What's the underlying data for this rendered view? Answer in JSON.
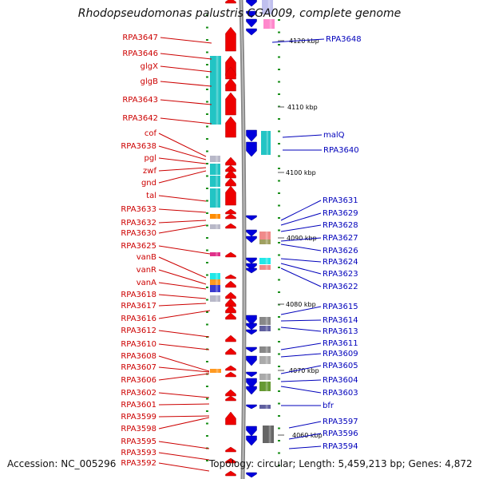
{
  "title": "Rhodopseudomonas palustris CGA009, complete genome",
  "accession": "Accession: NC_005296",
  "summary": "Topology: circular; Length: 5,459,213 bp; Genes: 4,872",
  "colors": {
    "forward_gene": "#ee0000",
    "reverse_gene": "#0000dd",
    "label_left": "#cc0000",
    "label_right": "#0000bb",
    "backbone": "#888888"
  },
  "ticks": [
    {
      "label": "4120 kbp"
    },
    {
      "label": "4110 kbp"
    },
    {
      "label": "4100 kbp"
    },
    {
      "label": "4090 kbp"
    },
    {
      "label": "4080 kbp"
    },
    {
      "label": "4070 kbp"
    },
    {
      "label": "4060 kbp"
    }
  ],
  "left_labels": [
    "RPA3647",
    "RPA3646",
    "glgX",
    "glgB",
    "RPA3643",
    "RPA3642",
    "cof",
    "RPA3638",
    "pgl",
    "zwf",
    "gnd",
    "tal",
    "RPA3633",
    "RPA3632",
    "RPA3630",
    "RPA3625",
    "vanB",
    "vanR",
    "vanA",
    "RPA3618",
    "RPA3617",
    "RPA3616",
    "RPA3612",
    "RPA3610",
    "RPA3608",
    "RPA3607",
    "RPA3606",
    "RPA3602",
    "RPA3601",
    "RPA3599",
    "RPA3598",
    "RPA3595",
    "RPA3593",
    "RPA3592"
  ],
  "right_labels": [
    "RPA3648",
    "malQ",
    "RPA3640",
    "RPA3631",
    "RPA3629",
    "RPA3628",
    "RPA3627",
    "RPA3626",
    "RPA3624",
    "RPA3623",
    "RPA3622",
    "RPA3615",
    "RPA3614",
    "RPA3613",
    "RPA3611",
    "RPA3609",
    "RPA3605",
    "RPA3604",
    "RPA3603",
    "bfr",
    "RPA3597",
    "RPA3596",
    "RPA3594"
  ]
}
